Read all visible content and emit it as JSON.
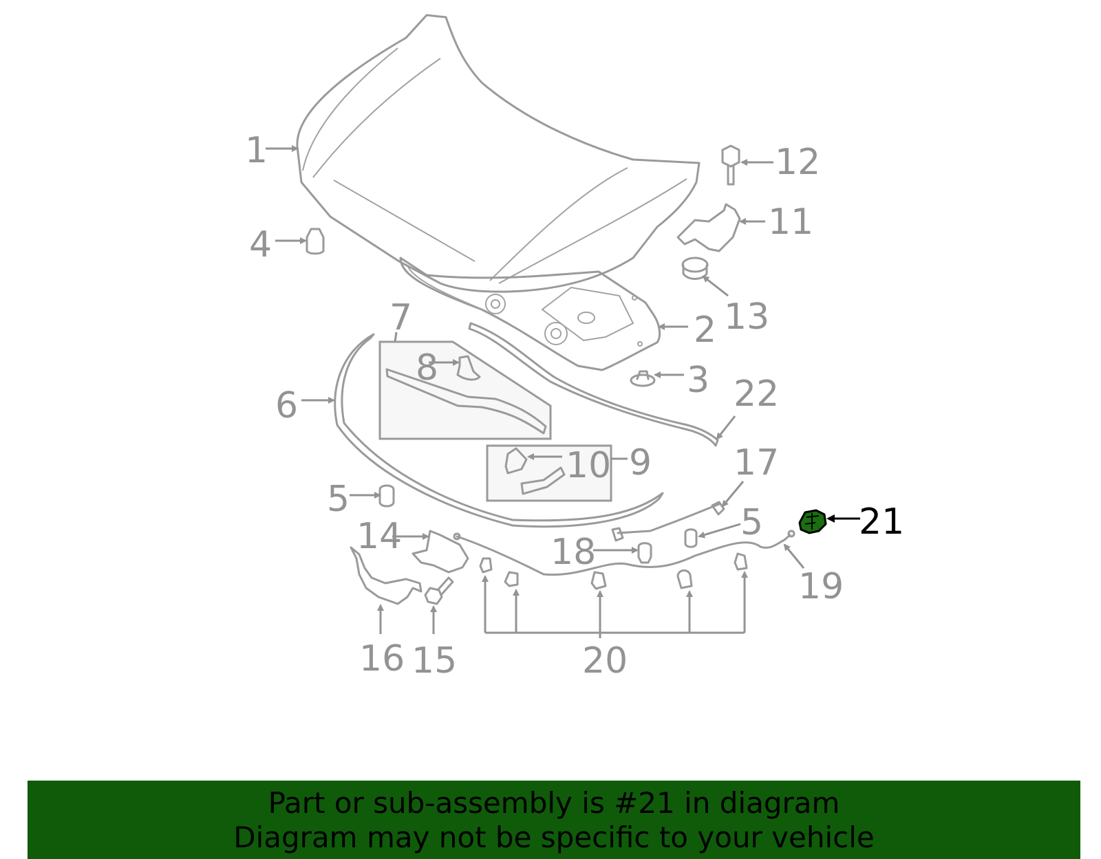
{
  "diagram": {
    "callouts": [
      "1",
      "2",
      "3",
      "4",
      "5",
      "6",
      "7",
      "8",
      "9",
      "10",
      "11",
      "12",
      "13",
      "14",
      "15",
      "16",
      "17",
      "5",
      "18",
      "19",
      "20",
      "21",
      "22"
    ],
    "highlighted_part": "21",
    "highlight_color": "#1a6e10",
    "line_color": "#9a9a9a",
    "label_color": "#939393"
  },
  "banner": {
    "line1": "Part or sub-assembly is #21 in diagram",
    "line2": "Diagram may not be specific to your vehicle",
    "background": "#0f5b0a"
  }
}
